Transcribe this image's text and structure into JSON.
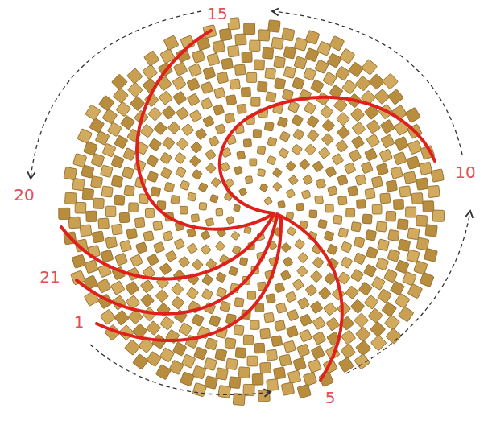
{
  "diagram": {
    "labels": [
      "15",
      "10",
      "20",
      "21",
      "1",
      "5"
    ]
  }
}
